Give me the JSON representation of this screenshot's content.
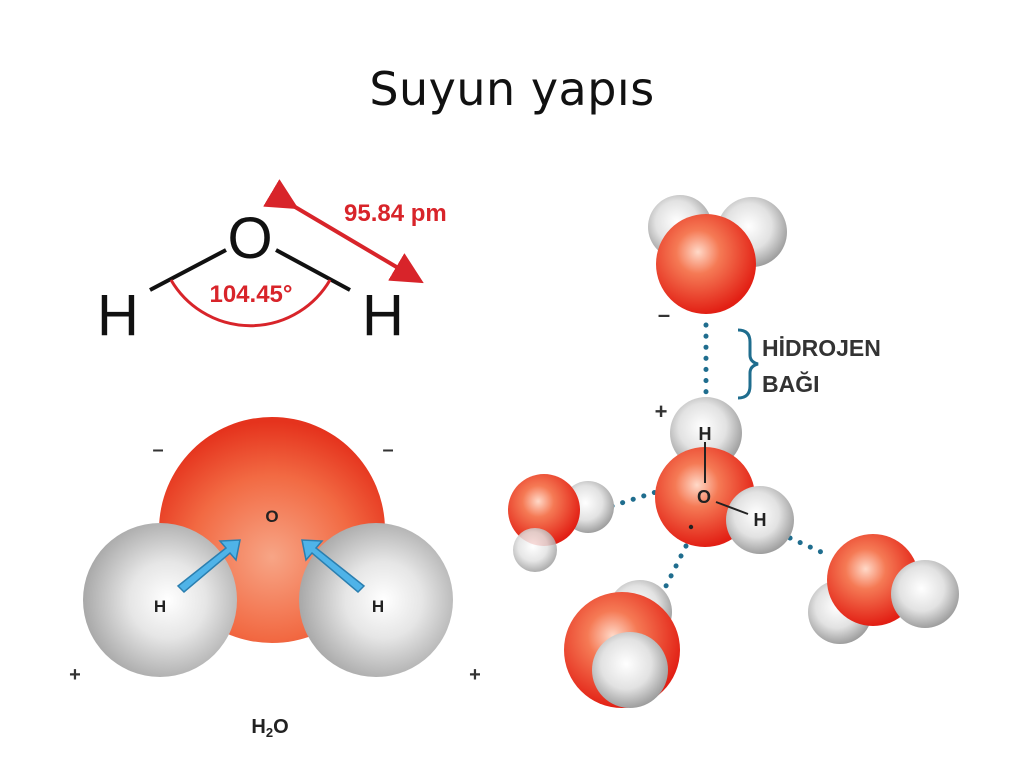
{
  "title": "Suyun yapıs",
  "structural_formula": {
    "oxygen": "O",
    "hydrogen_left": "H",
    "hydrogen_right": "H",
    "bond_length": "95.84 pm",
    "bond_angle": "104.45°",
    "accent_color": "#d8242a"
  },
  "space_filling_model": {
    "oxygen": "O",
    "hydrogen_left": "H",
    "hydrogen_right": "H",
    "charge_top_left": "–",
    "charge_top_right": "–",
    "charge_bottom_left": "+",
    "charge_bottom_right": "+",
    "formula_main": "H",
    "formula_sub": "2",
    "formula_end": "O",
    "arrow_color": "#4fb3e8"
  },
  "hydrogen_bond_network": {
    "label_line1": "HİDROJEN",
    "label_line2": "BAĞI",
    "charge_minus": "–",
    "charge_plus": "+",
    "center_oxygen": "O",
    "center_hydrogen_top": "H",
    "center_hydrogen_right": "H",
    "bond_dot_color": "#1f6d8e"
  }
}
